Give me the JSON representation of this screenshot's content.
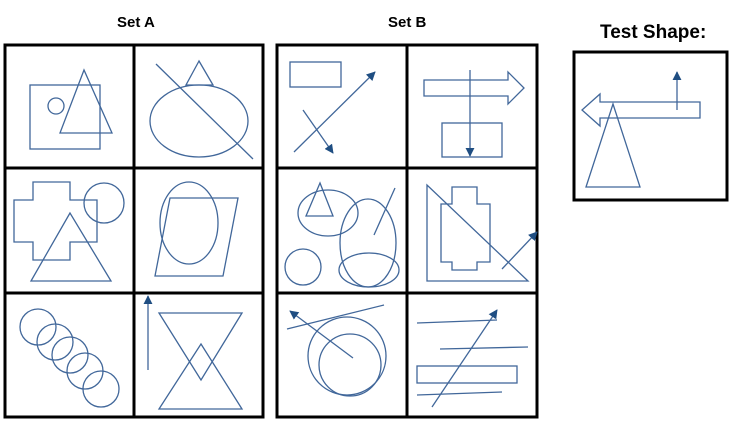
{
  "titles": {
    "set_a": "Set A",
    "set_b": "Set B",
    "test": "Test Shape:"
  },
  "colors": {
    "shape_stroke": "#41679a",
    "arrow_head": "#1f4e82",
    "border": "#000000"
  }
}
